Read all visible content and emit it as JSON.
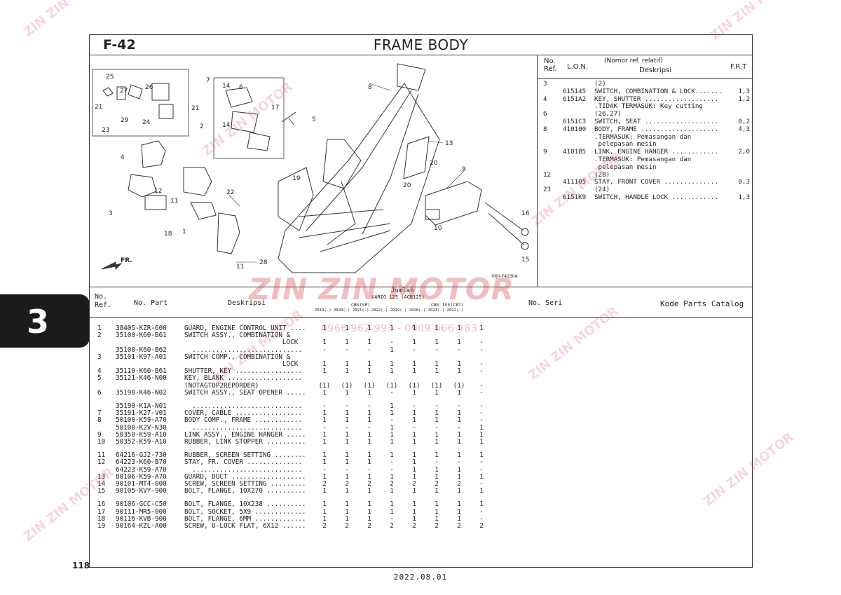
{
  "header": {
    "code": "F-42",
    "title": "FRAME BODY"
  },
  "illustration": {
    "callouts": [
      "25",
      "26",
      "27",
      "21",
      "29",
      "24",
      "23",
      "7",
      "21",
      "2",
      "14",
      "6",
      "17",
      "14",
      "5",
      "8",
      "13",
      "4",
      "12",
      "22",
      "19",
      "20",
      "9",
      "20",
      "11",
      "18",
      "1",
      "3",
      "28",
      "11",
      "16",
      "10",
      "15"
    ],
    "front_label": "FR.",
    "figure_code": "K60-F4230A"
  },
  "ref_panel": {
    "col_no": "No.\nRef.",
    "col_lon": "L.O.N.",
    "col_desc_top": "(Nomor ref. relatif)",
    "col_desc": "Deskripsi",
    "col_frt": "F.R.T",
    "rows": [
      {
        "no": "3",
        "lon": "",
        "desc": "(2)",
        "frt": ""
      },
      {
        "no": "",
        "lon": "615145",
        "desc": "SWITCH, COMBINATION & LOCK.......",
        "frt": "1,3"
      },
      {
        "no": "4",
        "lon": "6151A2",
        "desc": "KEY, SHUTTER ...................",
        "frt": "1,2"
      },
      {
        "no": "",
        "lon": "",
        "desc": ".TIDAK TERMASUK: Key cutting",
        "frt": ""
      },
      {
        "no": "6",
        "lon": "",
        "desc": "(26,27)",
        "frt": ""
      },
      {
        "no": "",
        "lon": "6151C3",
        "desc": "SWITCH, SEAT ...................",
        "frt": "0,2"
      },
      {
        "no": "8",
        "lon": "410100",
        "desc": "BODY, FRAME ....................",
        "frt": "4,3"
      },
      {
        "no": "",
        "lon": "",
        "desc": ".TERMASUK: Pemasangan dan",
        "frt": ""
      },
      {
        "no": "",
        "lon": "",
        "desc": " pelepasan mesin",
        "frt": ""
      },
      {
        "no": "9",
        "lon": "4101B5",
        "desc": "LINK, ENGINE HANGER ............",
        "frt": "2,0"
      },
      {
        "no": "",
        "lon": "",
        "desc": ".TERMASUK: Pemasangan dan",
        "frt": ""
      },
      {
        "no": "",
        "lon": "",
        "desc": " pelepasan mesin",
        "frt": ""
      },
      {
        "no": "12",
        "lon": "",
        "desc": "(28)",
        "frt": ""
      },
      {
        "no": "",
        "lon": "411105",
        "desc": "STAY, FRONT COVER ..............",
        "frt": "0,3"
      },
      {
        "no": "23",
        "lon": "",
        "desc": "(24)",
        "frt": ""
      },
      {
        "no": "",
        "lon": "6151K9",
        "desc": "SWITCH, HANDLE LOCK ............",
        "frt": "1,3"
      }
    ]
  },
  "table_header": {
    "no_ref": "No.\nRef.",
    "no_part": "No. Part",
    "deskripsi": "Deskripsi",
    "jumlah": "Jumlah",
    "model": "VARIO 125 (ACB125)",
    "group1": "CBS(SP)",
    "group2": "CBS ISS(CBT)",
    "years": "2019(-) 2020(-) 2021(-) 2022(-) 2019(-) 2020(-) 2021(-) 2022(-)",
    "no_seri": "No. Seri",
    "kode": "Kode Parts Catalog"
  },
  "parts": [
    {
      "ref": "1",
      "part": "38405-KZR-600",
      "desc": "GUARD, ENGINE CONTROL UNIT ....",
      "q": [
        "1",
        "1",
        "1",
        "1",
        "1",
        "1",
        "1",
        "1"
      ]
    },
    {
      "ref": "2",
      "part": "35100-K60-B61",
      "desc": "SWITCH ASSY., COMBINATION &",
      "q": [
        "",
        "",
        "",
        "",
        "",
        "",
        "",
        ""
      ]
    },
    {
      "ref": "",
      "part": "",
      "desc": "                         LOCK",
      "q": [
        "1",
        "1",
        "1",
        "-",
        "1",
        "1",
        "1",
        "-"
      ]
    },
    {
      "ref": "",
      "part": "35100-K60-B62",
      "desc": "  ............................",
      "q": [
        "-",
        "-",
        "-",
        "1",
        "-",
        "-",
        "-",
        "-"
      ]
    },
    {
      "ref": "3",
      "part": "35101-K97-A01",
      "desc": "SWITCH COMP., COMBINATION &",
      "q": [
        "",
        "",
        "",
        "",
        "",
        "",
        "",
        ""
      ]
    },
    {
      "ref": "",
      "part": "",
      "desc": "                         LOCK",
      "q": [
        "1",
        "1",
        "1",
        "1",
        "1",
        "1",
        "1",
        "-"
      ]
    },
    {
      "ref": "4",
      "part": "35110-K60-B61",
      "desc": "SHUTTER, KEY .................",
      "q": [
        "1",
        "1",
        "1",
        "1",
        "1",
        "1",
        "1",
        "-"
      ]
    },
    {
      "ref": "5",
      "part": "35121-K46-N00",
      "desc": "KEY, BLANK ...................",
      "q": [
        "",
        "",
        "",
        "",
        "",
        "",
        "",
        ""
      ]
    },
    {
      "ref": "",
      "part": "",
      "desc": "(NOTAGTOP2REPORDER)",
      "q": [
        "(1)",
        "(1)",
        "(1)",
        "(1)",
        "(1)",
        "(1)",
        "(1)",
        "-"
      ]
    },
    {
      "ref": "6",
      "part": "35190-K46-N02",
      "desc": "SWITCH ASSY., SEAT OPENER .....",
      "q": [
        "1",
        "1",
        "1",
        "-",
        "1",
        "1",
        "1",
        "-"
      ]
    },
    {
      "ref": "",
      "part": "35190-K1A-N01",
      "desc": "  ............................",
      "q": [
        "-",
        "-",
        "-",
        "1",
        "-",
        "-",
        "-",
        "-"
      ]
    },
    {
      "ref": "7",
      "part": "35191-K27-V01",
      "desc": "COVER, CABLE .................",
      "q": [
        "1",
        "1",
        "1",
        "1",
        "1",
        "1",
        "1",
        "-"
      ]
    },
    {
      "ref": "8",
      "part": "50100-K59-A70",
      "desc": "BODY COMP., FRAME ............",
      "q": [
        "1",
        "1",
        "1",
        "-",
        "1",
        "1",
        "1",
        "-"
      ]
    },
    {
      "ref": "",
      "part": "50100-K2V-N30",
      "desc": "  ............................",
      "q": [
        "-",
        "-",
        "-",
        "1",
        "-",
        "-",
        "-",
        "1"
      ]
    },
    {
      "ref": "9",
      "part": "50350-K59-A10",
      "desc": "LINK ASSY., ENGINE HANGER .....",
      "q": [
        "1",
        "1",
        "1",
        "1",
        "1",
        "1",
        "1",
        "1"
      ]
    },
    {
      "ref": "10",
      "part": "50352-K59-A10",
      "desc": "RUBBER, LINK STOPPER ..........",
      "q": [
        "1",
        "1",
        "1",
        "1",
        "1",
        "1",
        "1",
        "1"
      ]
    },
    {
      "ref": "11",
      "part": "64216-GJ2-730",
      "desc": "RUBBER, SCREEN SETTING ........",
      "q": [
        "1",
        "1",
        "1",
        "1",
        "1",
        "1",
        "1",
        "1"
      ]
    },
    {
      "ref": "12",
      "part": "64223-K60-B70",
      "desc": "STAY, FR. COVER ..............",
      "q": [
        "1",
        "1",
        "1",
        "-",
        "1",
        "-",
        "-",
        "-"
      ]
    },
    {
      "ref": "",
      "part": "64223-K59-A70",
      "desc": "  ............................",
      "q": [
        "-",
        "-",
        "-",
        "-",
        "1",
        "1",
        "1",
        "-"
      ]
    },
    {
      "ref": "13",
      "part": "80106-K59-A70",
      "desc": "GUARD, DUCT ...................",
      "q": [
        "1",
        "1",
        "1",
        "1",
        "1",
        "1",
        "1",
        "1"
      ]
    },
    {
      "ref": "14",
      "part": "90101-MT4-000",
      "desc": "SCREW, SCREEN SETTING .........",
      "q": [
        "2",
        "2",
        "2",
        "2",
        "2",
        "2",
        "2",
        "-"
      ]
    },
    {
      "ref": "15",
      "part": "90105-KVY-900",
      "desc": "BOLT, FLANGE, 10X270 ..........",
      "q": [
        "1",
        "1",
        "1",
        "1",
        "1",
        "1",
        "1",
        "1"
      ]
    },
    {
      "ref": "16",
      "part": "90106-GCC-C50",
      "desc": "BOLT, FLANGE, 10X238 ..........",
      "q": [
        "1",
        "1",
        "1",
        "1",
        "1",
        "1",
        "1",
        "1"
      ]
    },
    {
      "ref": "17",
      "part": "90111-MR5-000",
      "desc": "BOLT, SOCKET, 5X9 .............",
      "q": [
        "1",
        "1",
        "1",
        "1",
        "1",
        "1",
        "1",
        "-"
      ]
    },
    {
      "ref": "18",
      "part": "90116-KVB-900",
      "desc": "BOLT, FLANGE, 6MM .............",
      "q": [
        "1",
        "1",
        "1",
        "-",
        "1",
        "1",
        "1",
        "-"
      ]
    },
    {
      "ref": "19",
      "part": "90164-KZL-A00",
      "desc": "SCREW, U-LOCK FLAT, 6X12 ......",
      "q": [
        "2",
        "2",
        "2",
        "2",
        "2",
        "2",
        "2",
        "2"
      ]
    }
  ],
  "tab_number": "3",
  "page_number": "118",
  "date": "2022.08.01",
  "watermark": {
    "brand": "ZIN ZIN MOTOR",
    "phone": "0966 962 993 - 0909 666 983",
    "phone_center": "0966 962 993 - 0909 666 983"
  },
  "colors": {
    "watermark": "#e04a4a",
    "tab": "#1b1b1b",
    "ink": "#222222"
  }
}
